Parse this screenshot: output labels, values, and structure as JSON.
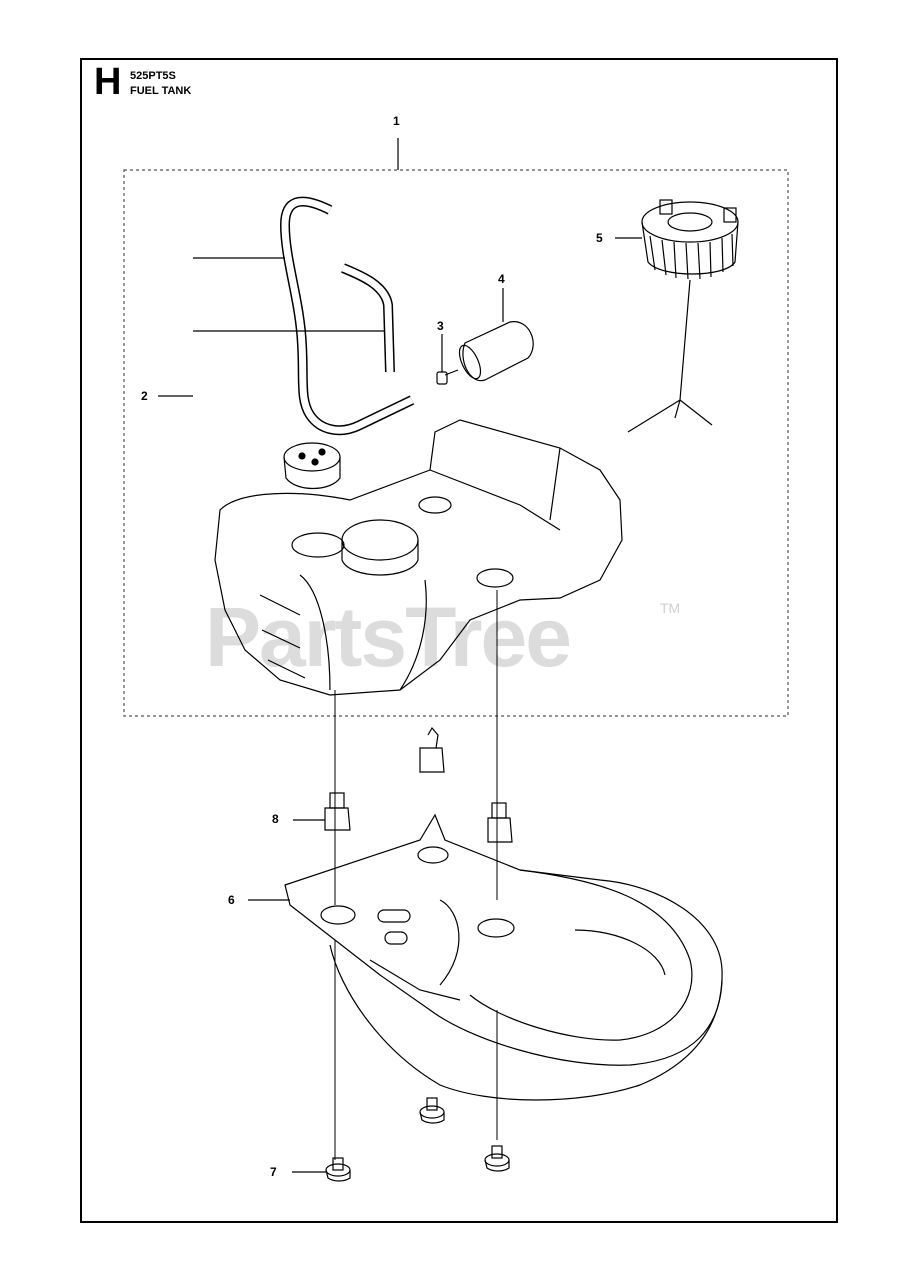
{
  "header": {
    "section_letter": "H",
    "model": "525PT5S",
    "title": "FUEL TANK"
  },
  "callouts": [
    "1",
    "2",
    "3",
    "4",
    "5",
    "6",
    "7",
    "8"
  ],
  "watermark": {
    "text": "PartsTree",
    "trademark": "TM"
  }
}
